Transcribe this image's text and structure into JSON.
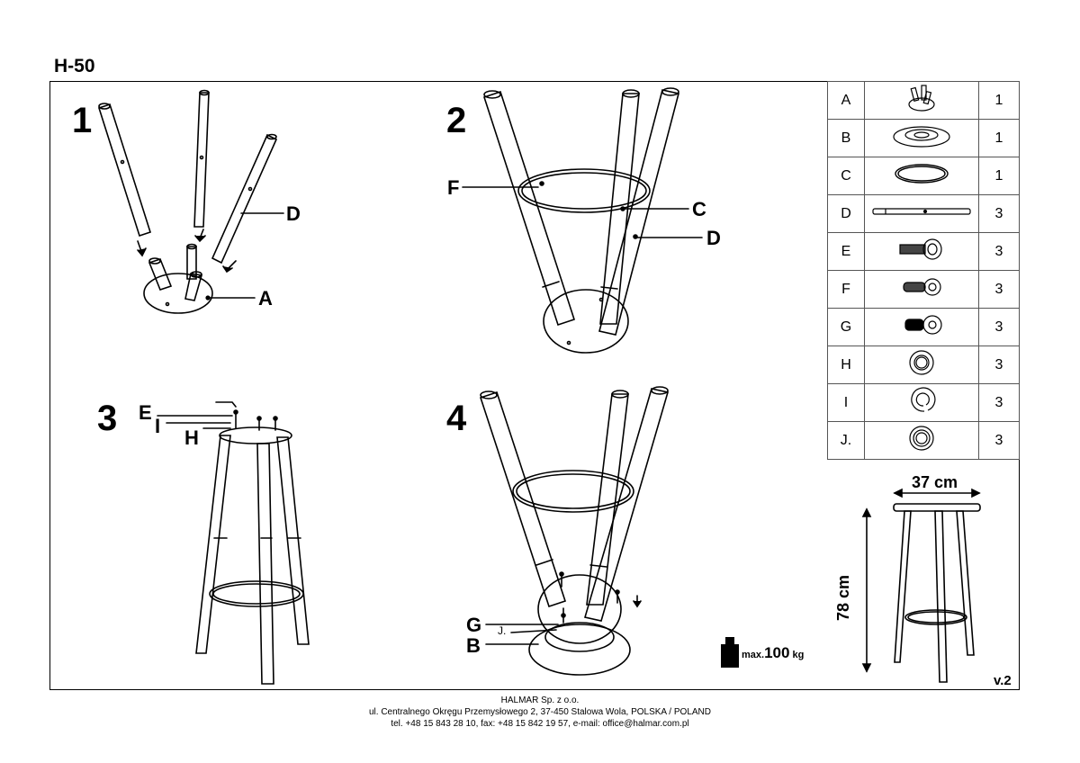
{
  "document": {
    "model": "H-50",
    "version": "v.2",
    "steps": [
      "1",
      "2",
      "3",
      "4"
    ],
    "callouts": {
      "step1": [
        "D",
        "A"
      ],
      "step2": [
        "F",
        "C",
        "D"
      ],
      "step3": [
        "E",
        "I",
        "H"
      ],
      "step4": [
        "G",
        "J.",
        "B"
      ]
    },
    "parts": [
      {
        "letter": "A",
        "qty": "1",
        "icon": "leg-hub-icon"
      },
      {
        "letter": "B",
        "qty": "1",
        "icon": "base-plate-icon"
      },
      {
        "letter": "C",
        "qty": "1",
        "icon": "ring-icon"
      },
      {
        "letter": "D",
        "qty": "3",
        "icon": "leg-icon"
      },
      {
        "letter": "E",
        "qty": "3",
        "icon": "bolt-icon"
      },
      {
        "letter": "F",
        "qty": "3",
        "icon": "short-bolt-icon"
      },
      {
        "letter": "G",
        "qty": "3",
        "icon": "screw-icon"
      },
      {
        "letter": "H",
        "qty": "3",
        "icon": "washer-icon"
      },
      {
        "letter": "I",
        "qty": "3",
        "icon": "spring-washer-icon"
      },
      {
        "letter": "J.",
        "qty": "3",
        "icon": "flat-washer-icon"
      }
    ],
    "dimensions": {
      "width": "37 cm",
      "height": "78 cm"
    },
    "max_load": {
      "prefix": "max.",
      "value": "100",
      "unit": "kg"
    },
    "footer": {
      "company": "HALMAR Sp. z o.o.",
      "address": "ul. Centralnego Okręgu Przemysłowego 2, 37-450 Stalowa Wola, POLSKA / POLAND",
      "contact": "tel. +48 15 843 28 10, fax: +48 15 842 19 57, e-mail: office@halmar.com.pl"
    }
  }
}
